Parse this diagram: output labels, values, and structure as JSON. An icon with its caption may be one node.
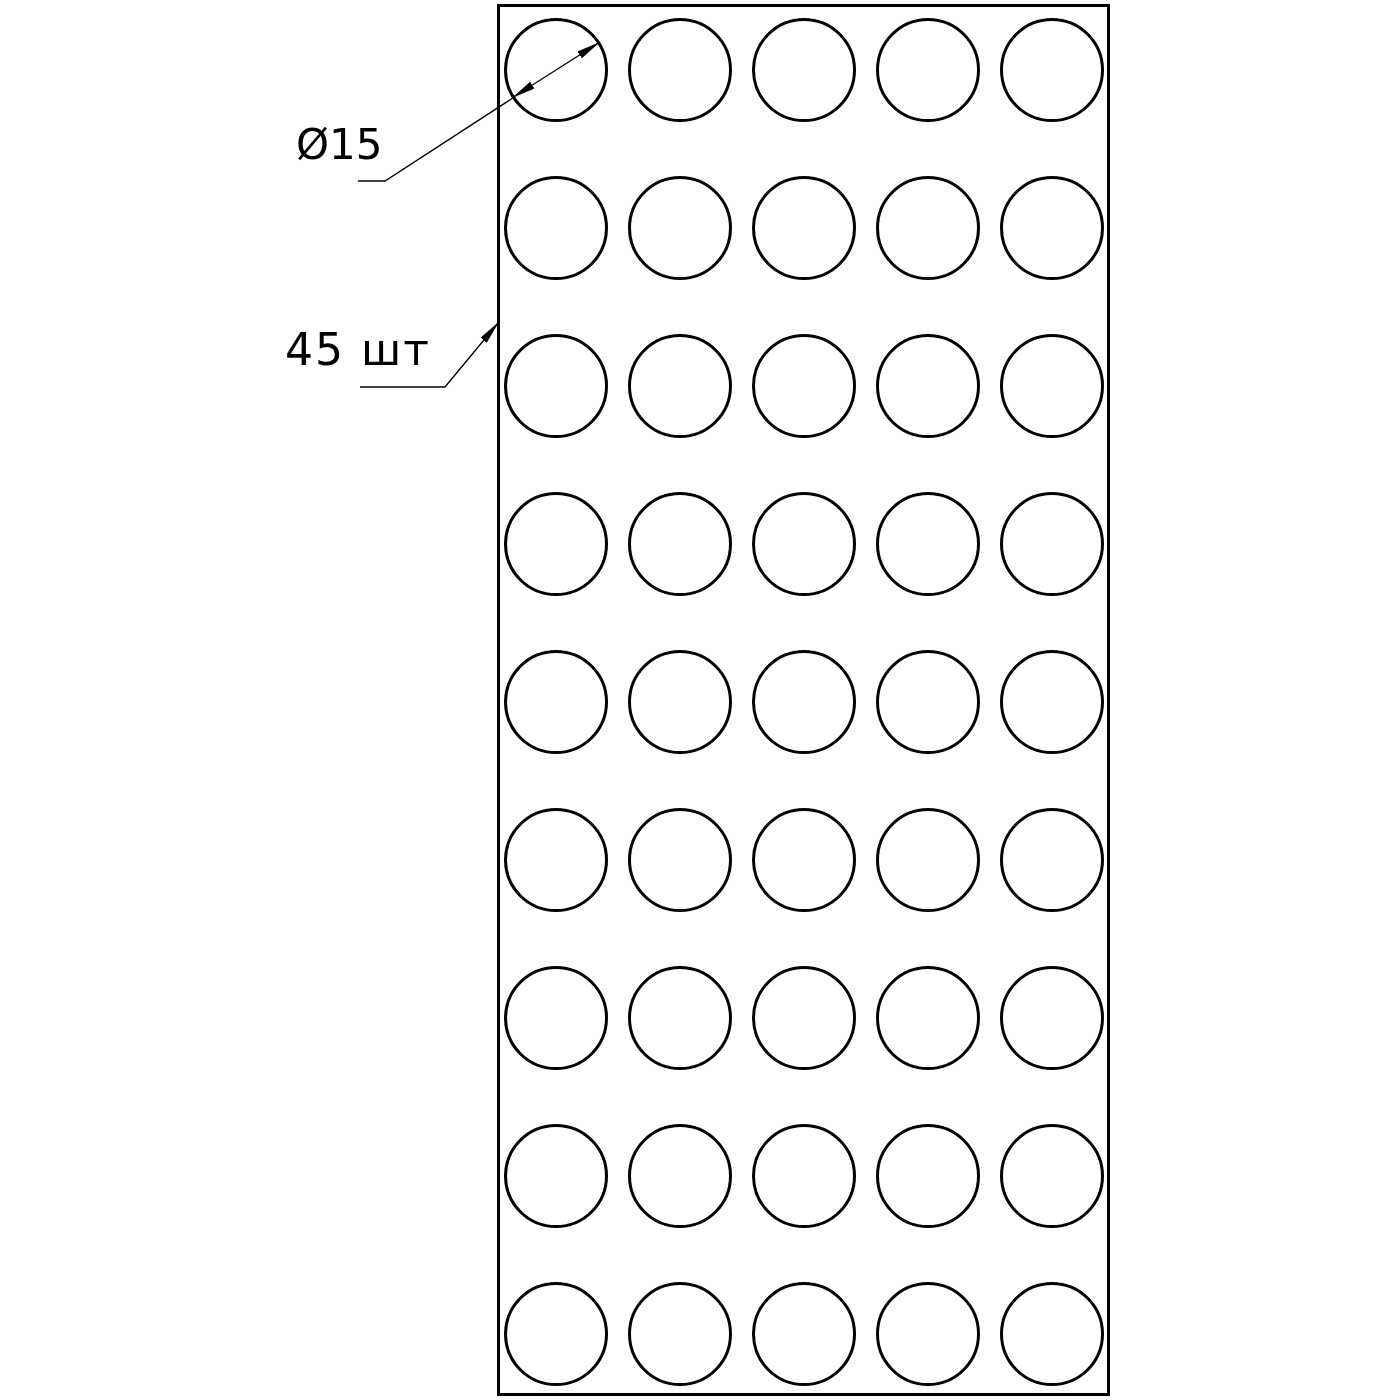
{
  "diagram": {
    "nodes": [
      {
        "text": [],
        "shape": "box"
      },
      {
        "text": [],
        "shape": "circle",
        "in": 0
      },
      {
        "text": [],
        "shape": "circle",
        "in": 0
      },
      {
        "text": [],
        "shape": "circle",
        "in": 0
      },
      {
        "text": [],
        "shape": "circle",
        "in": 0
      },
      {
        "text": [],
        "shape": "circle",
        "in": 0
      },
      {
        "text": [],
        "shape": "circle",
        "in": 0
      },
      {
        "text": [],
        "shape": "circle",
        "in": 0
      },
      {
        "text": [],
        "shape": "circle",
        "in": 0
      },
      {
        "text": [],
        "shape": "circle",
        "in": 0
      },
      {
        "text": [],
        "shape": "circle",
        "in": 0
      },
      {
        "text": [],
        "shape": "circle",
        "in": 0
      },
      {
        "text": [],
        "shape": "circle",
        "in": 0
      },
      {
        "text": [],
        "shape": "circle",
        "in": 0
      },
      {
        "text": [],
        "shape": "circle",
        "in": 0
      },
      {
        "text": [],
        "shape": "circle",
        "in": 0
      },
      {
        "text": [],
        "shape": "circle",
        "in": 0
      },
      {
        "text": [],
        "shape": "circle",
        "in": 0
      },
      {
        "text": [],
        "shape": "circle",
        "in": 0
      },
      {
        "text": [],
        "shape": "circle",
        "in": 0
      },
      {
        "text": [],
        "shape": "circle",
        "in": 0
      },
      {
        "text": [],
        "shape": "circle",
        "in": 0
      },
      {
        "text": [],
        "shape": "circle",
        "in": 0
      },
      {
        "text": [],
        "shape": "circle",
        "in": 0
      },
      {
        "text": [],
        "shape": "circle",
        "in": 0
      },
      {
        "text": [],
        "shape": "circle",
        "in": 0
      },
      {
        "text": [],
        "shape": "circle",
        "in": 0
      },
      {
        "text": [],
        "shape": "circle",
        "in": 0
      },
      {
        "text": [],
        "shape": "circle",
        "in": 0
      },
      {
        "text": [],
        "shape": "circle",
        "in": 0
      },
      {
        "text": [],
        "shape": "circle",
        "in": 0
      },
      {
        "text": [],
        "shape": "circle",
        "in": 0
      },
      {
        "text": [],
        "shape": "circle",
        "in": 0
      },
      {
        "text": [],
        "shape": "circle",
        "in": 0
      },
      {
        "text": [],
        "shape": "circle",
        "in": 0
      },
      {
        "text": [],
        "shape": "circle",
        "in": 0
      },
      {
        "text": [],
        "shape": "circle",
        "in": 0
      },
      {
        "text": [],
        "shape": "circle",
        "in": 0
      },
      {
        "text": [],
        "shape": "circle",
        "in": 0
      },
      {
        "text": [],
        "shape": "circle",
        "in": 0
      },
      {
        "text": [],
        "shape": "circle",
        "in": 0
      },
      {
        "text": [],
        "shape": "circle",
        "in": 0
      },
      {
        "text": [],
        "shape": "circle",
        "in": 0
      },
      {
        "text": [],
        "shape": "circle",
        "in": 0
      },
      {
        "text": [],
        "shape": "circle",
        "in": 0
      },
      {
        "text": [],
        "shape": "circle",
        "in": 0
      },
      {
        "text": [
          "Ø15"
        ]
      },
      {
        "text": [
          "45 шт"
        ]
      }
    ],
    "edges": [
      {
        "from": 46,
        "to": 1,
        "arrow": "none"
      },
      {
        "from": 47,
        "to": 0,
        "arrow": "to"
      }
    ]
  }
}
